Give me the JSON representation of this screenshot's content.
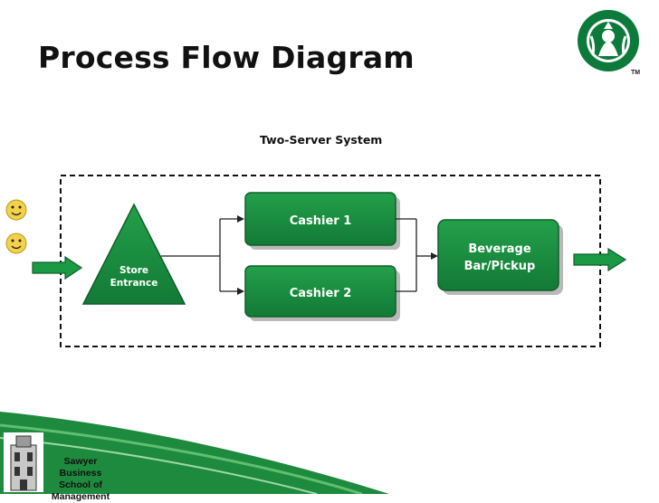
{
  "slide": {
    "title": "Process Flow Diagram",
    "subtitle": "Two-Server System"
  },
  "diagram": {
    "entrance": {
      "line1": "Store",
      "line2": "Entrance"
    },
    "cashier1": "Cashier 1",
    "cashier2": "Cashier 2",
    "pickup": {
      "line1": "Beverage",
      "line2": "Bar/Pickup"
    }
  },
  "footer": {
    "line1": "Sawyer Business",
    "line2": "School of",
    "line3": "Management"
  },
  "logo": {
    "tm": "TM"
  },
  "colors": {
    "green": "#1a8a3c",
    "dark_green": "#0f5f2a",
    "smiley": "#f4d14a"
  },
  "icons": [
    "smiley-icon",
    "arrow-right-icon",
    "starbucks-logo-icon",
    "building-icon"
  ]
}
